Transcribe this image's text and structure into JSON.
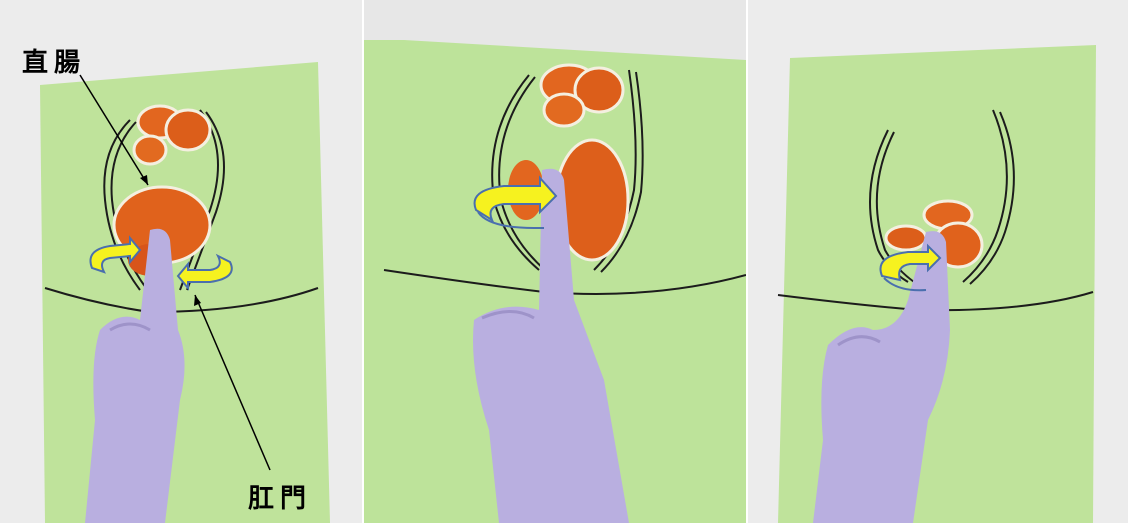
{
  "figure": {
    "labels": {
      "rectum": "直腸",
      "anus": "肛門"
    },
    "colors": {
      "background_wall": "#e9e9e9",
      "paper": "#bde49a",
      "stool": "#e0601c",
      "glove": "#b9b0e0",
      "arrow_fill": "#f6f21f",
      "arrow_stroke": "#4a6fae"
    },
    "panels": [
      {
        "name": "panel-1",
        "icons": [
          "rectum-drawing",
          "stool-mass",
          "gloved-hand",
          "rotation-arrow"
        ]
      },
      {
        "name": "panel-2",
        "icons": [
          "rectum-drawing",
          "stool-mass",
          "gloved-hand",
          "rotation-arrow"
        ]
      },
      {
        "name": "panel-3",
        "icons": [
          "rectum-drawing",
          "stool-mass",
          "gloved-hand",
          "rotation-arrow"
        ]
      }
    ]
  }
}
